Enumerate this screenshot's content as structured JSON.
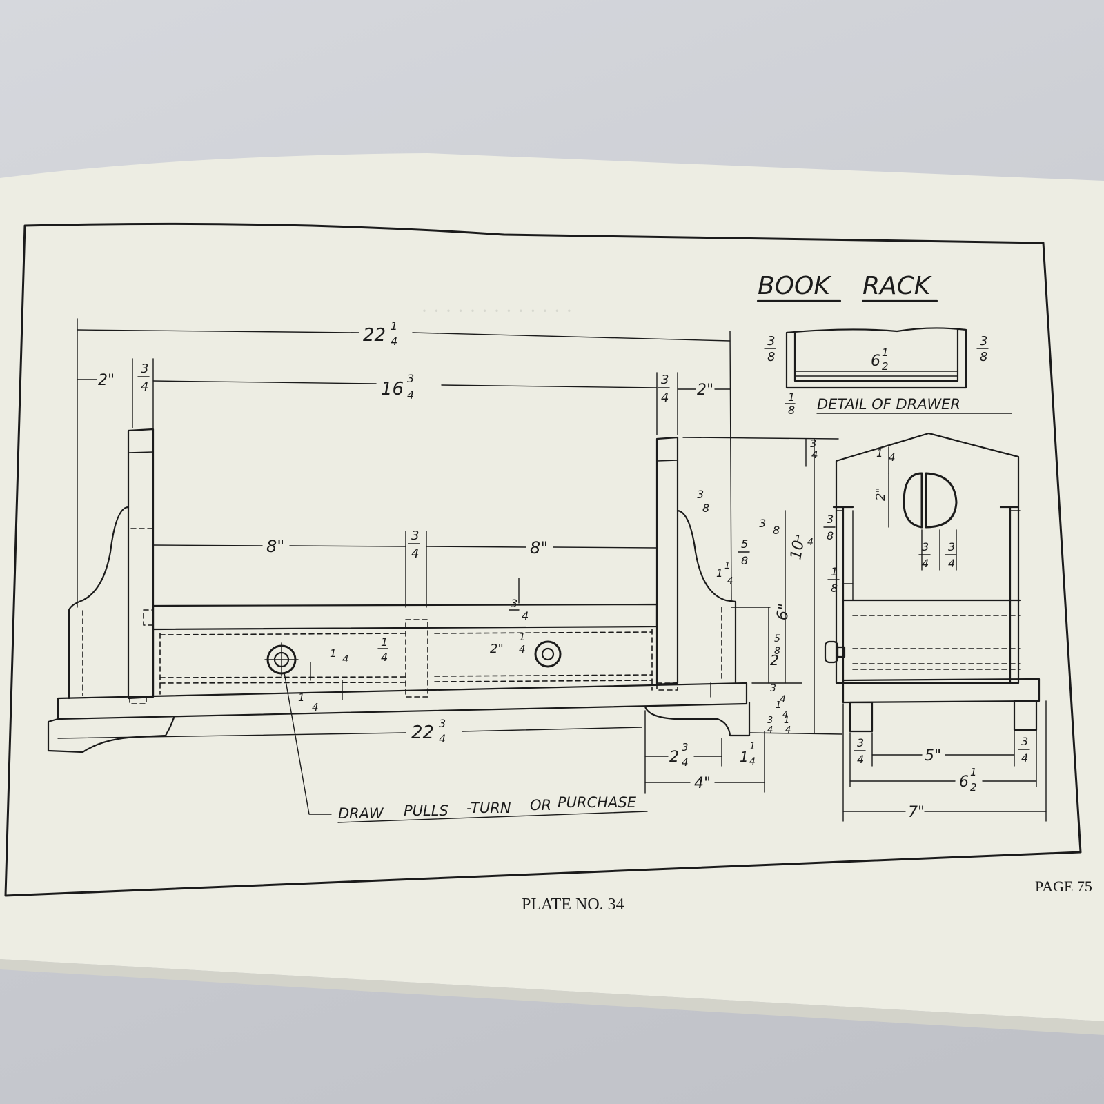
{
  "title": {
    "word1": "BOOK",
    "word2": "RACK"
  },
  "detail": {
    "label": "DETAIL OF DRAWER",
    "left_side": {
      "n": "3",
      "d": "8"
    },
    "right_side": {
      "n": "3",
      "d": "8"
    },
    "width": {
      "w": "6",
      "n": "1",
      "d": "2"
    },
    "bottom": {
      "n": "1",
      "d": "8"
    }
  },
  "front": {
    "overall_top": {
      "w": "22",
      "n": "1",
      "d": "4"
    },
    "overhang_left": "2\"",
    "overhang_right": "2\"",
    "end_thick_left": {
      "n": "3",
      "d": "4"
    },
    "end_thick_right": {
      "n": "3",
      "d": "4"
    },
    "inside": {
      "w": "16",
      "n": "3",
      "d": "4"
    },
    "bay_left": "8\"",
    "bay_right": "8\"",
    "divider": {
      "n": "3",
      "d": "4"
    },
    "shelf_thick": {
      "n": "3",
      "d": "4"
    },
    "drawer_depth": "2\"",
    "pull_gap_a": {
      "n": "1",
      "d": "4"
    },
    "pull_gap_b": {
      "n": "1",
      "d": "4"
    },
    "pull_gap_c": {
      "n": "1",
      "d": "4"
    },
    "pull_gap_d": {
      "n": "1",
      "d": "4"
    },
    "pull_gap_e": {
      "n": "1",
      "d": "4"
    },
    "base_length": {
      "w": "22",
      "n": "3",
      "d": "4"
    },
    "foot_length": {
      "w": "2",
      "n": "3",
      "d": "4"
    },
    "foot_inset": {
      "w": "1",
      "n": "1",
      "d": "4"
    },
    "foot_total": "4\"",
    "pulls_note": [
      "DRAW",
      "PULLS",
      "-TURN",
      "OR",
      "PURCHASE"
    ]
  },
  "height_dims": {
    "top_margin": {
      "n": "3",
      "d": "8"
    },
    "shelf_a": {
      "n": "5",
      "d": "8"
    },
    "shelf_b": {
      "n": "3",
      "d": "8"
    },
    "shelf_c": {
      "w": "1",
      "n": "1",
      "d": "4"
    },
    "end_height": "6\"",
    "lower": {
      "w": "2",
      "n": "5",
      "d": "8"
    },
    "base_a": {
      "n": "3",
      "d": "4"
    },
    "base_b": {
      "n": "1",
      "d": "4"
    },
    "base_c": {
      "n": "3",
      "d": "4"
    },
    "base_d": {
      "n": "1",
      "d": "4"
    },
    "overall": {
      "w": "10",
      "n": "1",
      "d": "4"
    }
  },
  "end_view": {
    "peak": {
      "n": "3",
      "d": "4"
    },
    "gable": {
      "n": "1",
      "d": "4"
    },
    "opening_height": "2\"",
    "side_thick": {
      "n": "3",
      "d": "8"
    },
    "grip_left": {
      "n": "3",
      "d": "4"
    },
    "grip_right": {
      "n": "3",
      "d": "4"
    },
    "groove": {
      "n": "1",
      "d": "8"
    },
    "leg_left": {
      "n": "3",
      "d": "4"
    },
    "inside_width": "5\"",
    "leg_right": {
      "n": "3",
      "d": "4"
    },
    "outside_width": {
      "w": "6",
      "n": "1",
      "d": "2"
    },
    "base_width": "7\""
  },
  "footer": {
    "plate": "PLATE NO. 34",
    "page": "PAGE 75"
  }
}
